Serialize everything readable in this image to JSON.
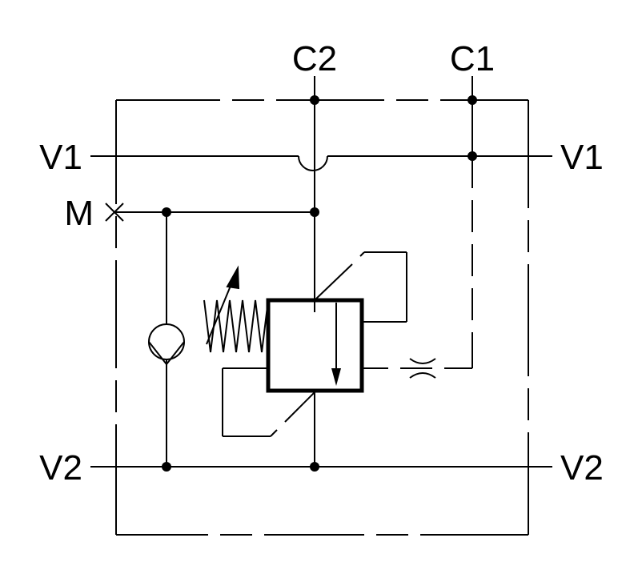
{
  "diagram": {
    "ports": {
      "c2": "C2",
      "c1": "C1",
      "v1_left": "V1",
      "v1_right": "V1",
      "m": "M",
      "v2_left": "V2",
      "v2_right": "V2"
    },
    "colors": {
      "line": "#000000",
      "background": "#ffffff"
    }
  }
}
